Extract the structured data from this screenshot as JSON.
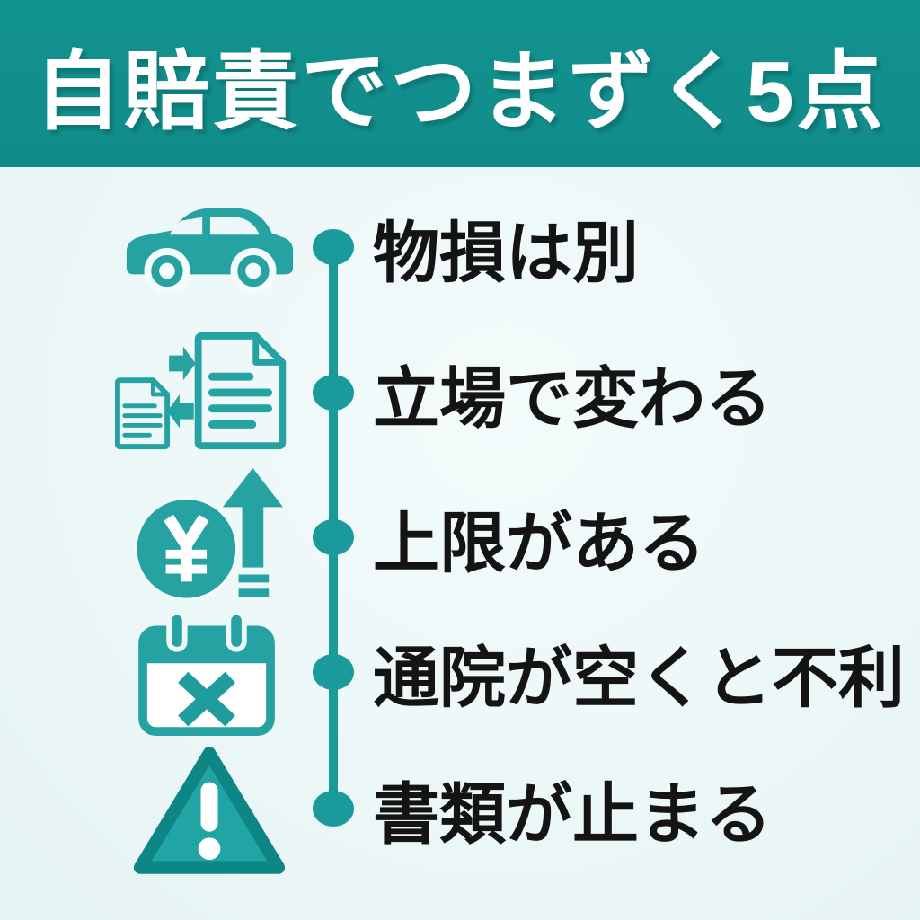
{
  "header": {
    "title": "自賠責でつまずく5点",
    "background_color": "#10908e",
    "text_color": "#ffffff"
  },
  "theme": {
    "accent_teal": "#27a2a2",
    "timeline_color": "#1a9a9a",
    "triangle_border": "#0f8686",
    "background_color": "#ecf7f7",
    "item_text_color": "#141414"
  },
  "items": [
    {
      "label": "物損は別",
      "icon": "car-icon"
    },
    {
      "label": "立場で変わる",
      "icon": "documents-exchange-icon"
    },
    {
      "label": "上限がある",
      "icon": "yen-increase-icon"
    },
    {
      "label": "通院が空くと不利",
      "icon": "calendar-x-icon"
    },
    {
      "label": "書類が止まる",
      "icon": "warning-triangle-icon"
    }
  ]
}
